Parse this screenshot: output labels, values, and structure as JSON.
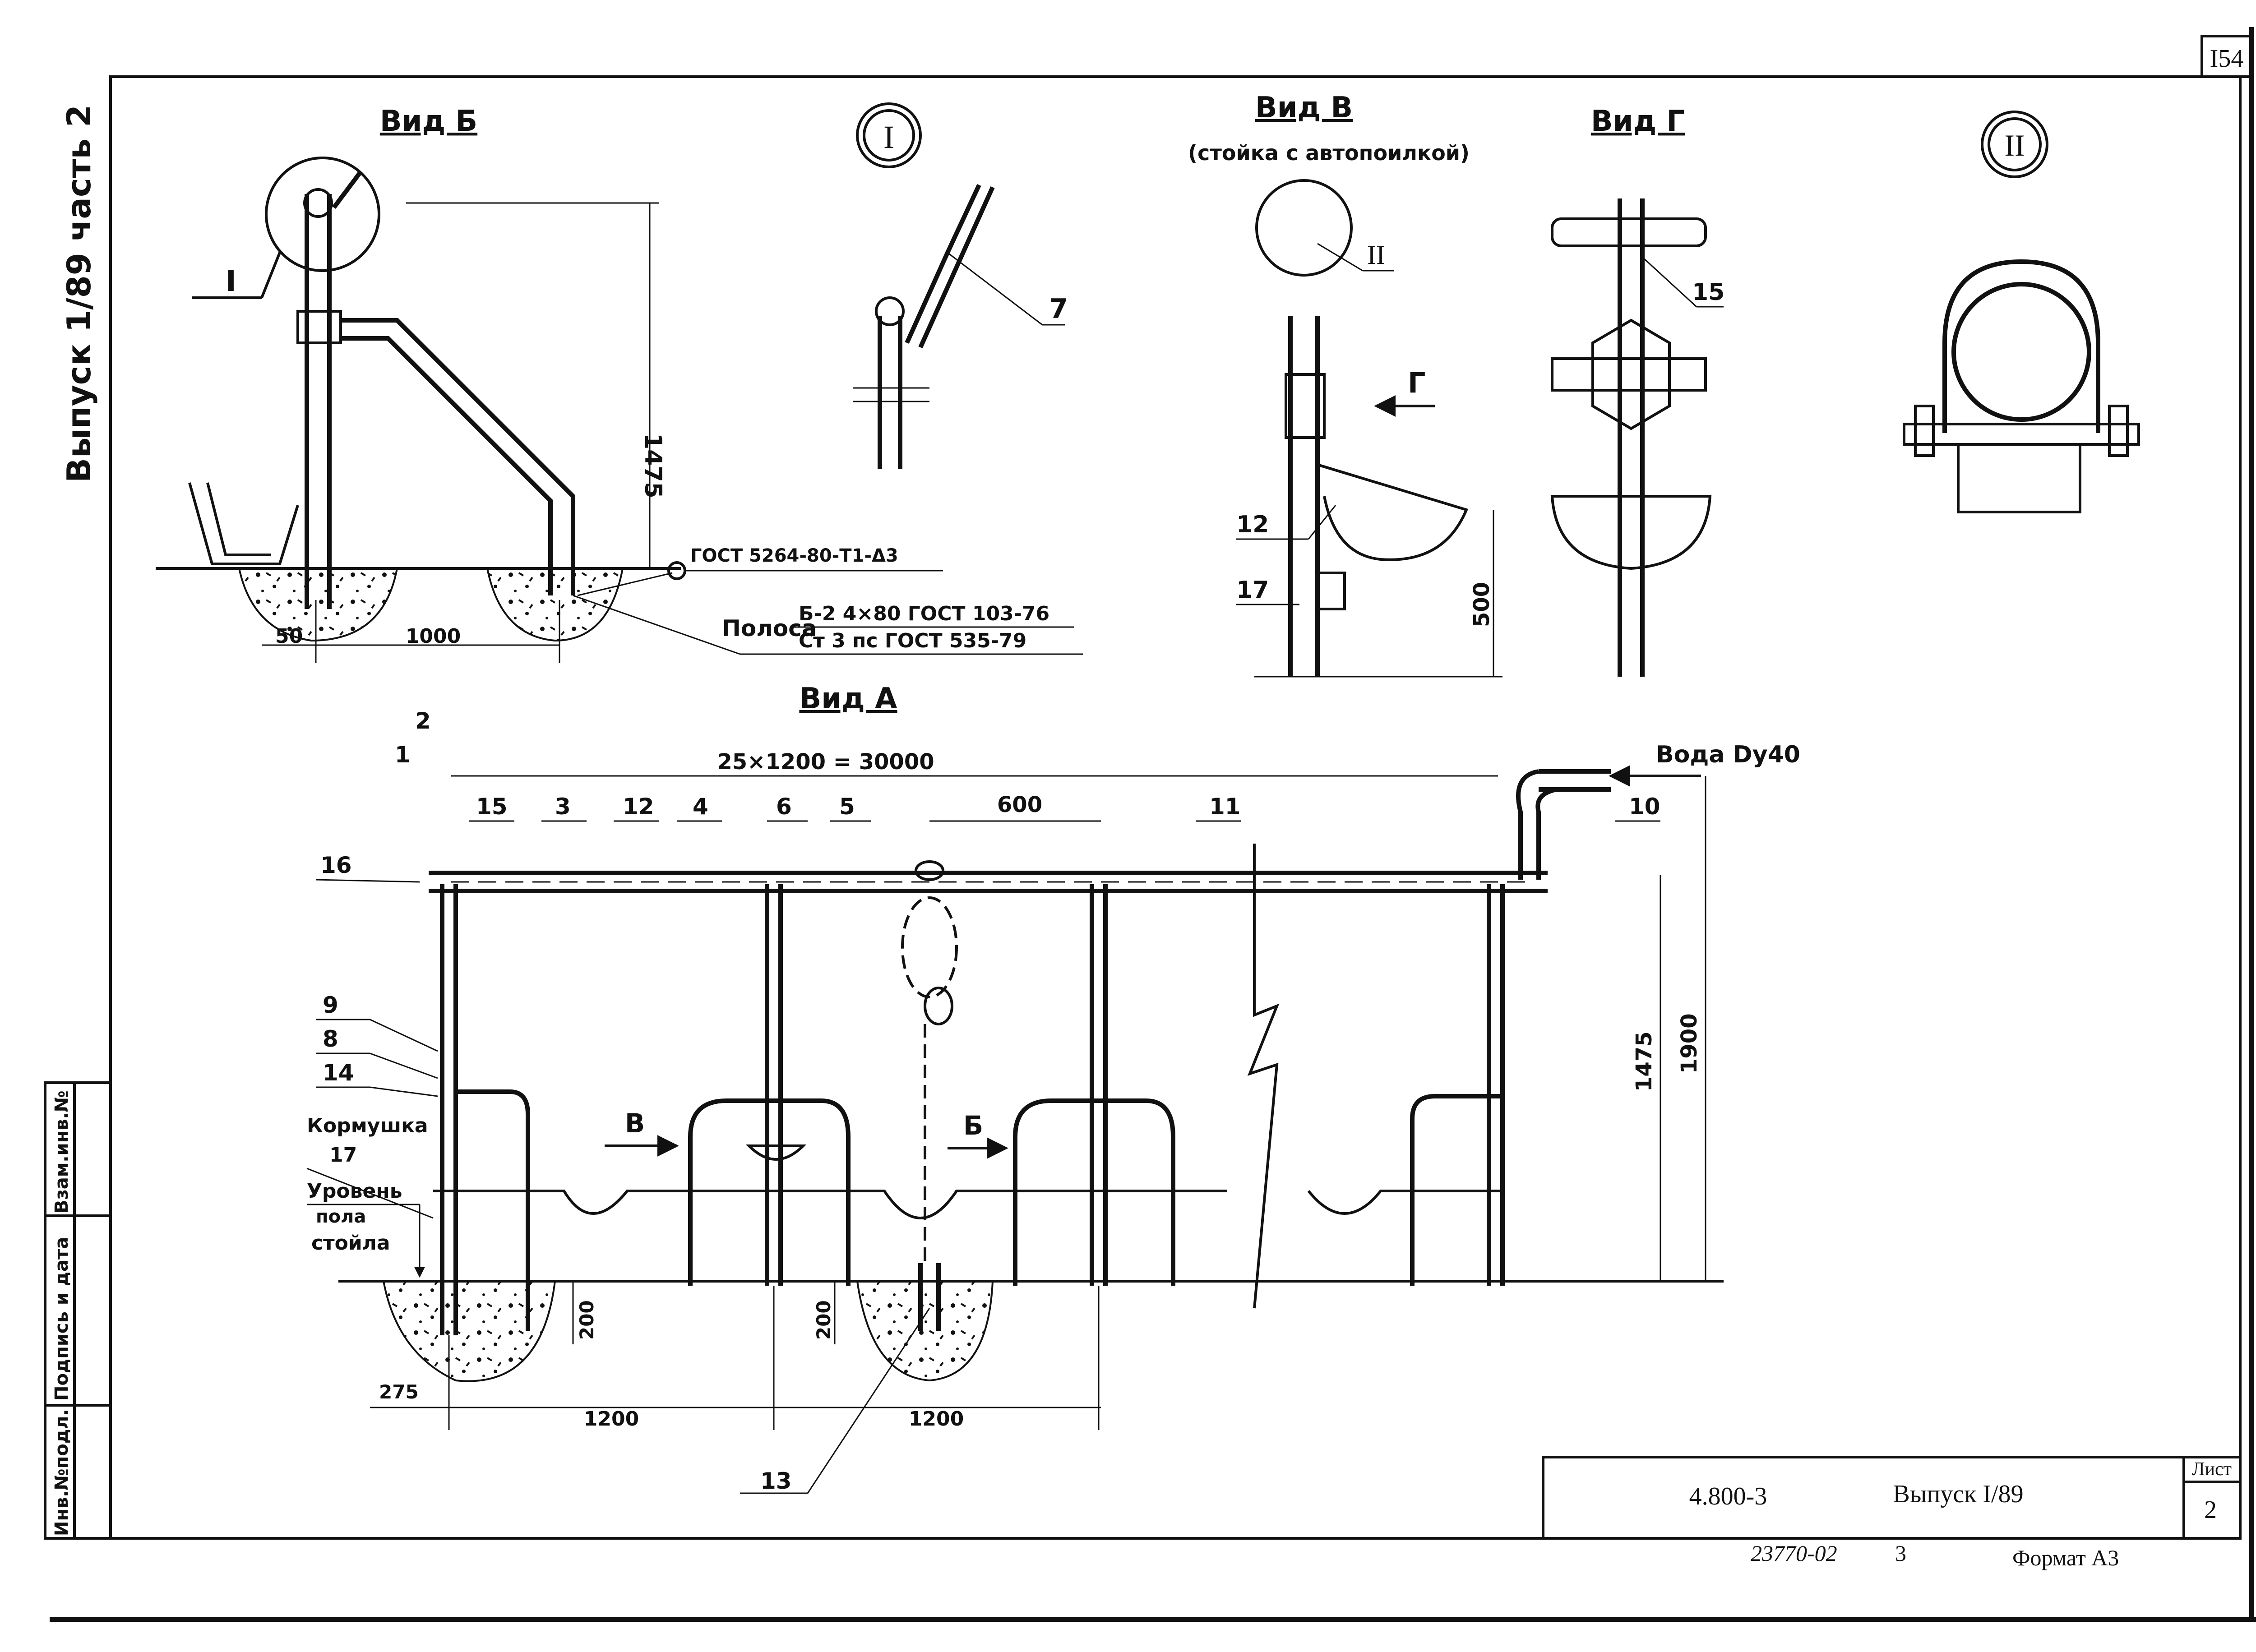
{
  "sheet": {
    "page_number": "I54",
    "series_vertical": "Выпуск 1/89 часть 2"
  },
  "views": {
    "vid_b": {
      "title": "Вид Б",
      "callout": "I",
      "height_dim": "1475",
      "dim_left": "50",
      "dim_span": "1000",
      "gost_weld": "ГОСТ 5264-80-Т1-Δ3",
      "strip_label": "Полоса",
      "strip_spec_1": "Б-2 4×80 ГОСТ 103-76",
      "strip_spec_2": "Ст 3 пс ГОСТ 535-79"
    },
    "detail_1": {
      "badge": "I",
      "callout": "7"
    },
    "vid_v": {
      "title": "Вид В",
      "subtitle": "(стойка с автопоилкой)",
      "callout": "II",
      "arrow_label": "Г",
      "label_12": "12",
      "label_17": "17",
      "height_dim": "500"
    },
    "vid_g": {
      "title": "Вид Г",
      "callout": "15"
    },
    "detail_2": {
      "badge": "II"
    },
    "vid_a": {
      "title": "Вид А",
      "overall_dim": "25×1200 = 30000",
      "spacing_dim": "600",
      "water_label": "Вода Dу40",
      "callouts": [
        "1",
        "2",
        "15",
        "3",
        "12",
        "4",
        "6",
        "5",
        "11",
        "10",
        "16",
        "9",
        "8",
        "14"
      ],
      "feeder_label": "Кормушка",
      "label_17": "17",
      "floor_label_1": "Уровень",
      "floor_label_2": "пола",
      "floor_label_3": "стойла",
      "arrow_v": "В",
      "arrow_b": "Б",
      "height_1475": "1475",
      "height_1900": "1900",
      "depth_200_left": "200",
      "depth_200_mid": "200",
      "dim_275": "275",
      "dim_1200_a": "1200",
      "dim_1200_b": "1200",
      "callout_13": "13"
    }
  },
  "side_stamp": {
    "cells": [
      "Инв.№подл.",
      "Подпись и дата",
      "Взам.инв.№"
    ]
  },
  "title_block": {
    "designation": "4.800-3",
    "issue": "Выпуск I/89",
    "sheet_label": "Лист",
    "sheet_number": "2",
    "archive_number": "23770-02",
    "archive_copy": "3",
    "format": "Формат А3"
  },
  "colors": {
    "ink": "#111111",
    "paper": "#ffffff"
  }
}
